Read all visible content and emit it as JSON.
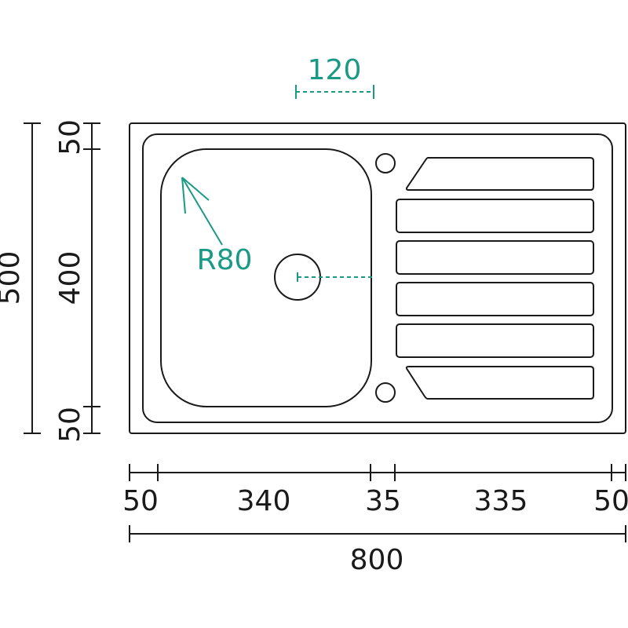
{
  "colors": {
    "line": "#1a1a1a",
    "accent": "#1a9a85",
    "background": "#ffffff"
  },
  "dimensions": {
    "total_height": "500",
    "top_margin": "50",
    "bowl_height": "400",
    "bottom_margin": "50",
    "bottom_segments": [
      "50",
      "340",
      "35",
      "335",
      "50"
    ],
    "total_width": "800",
    "drain_offset": "120",
    "corner_radius": "R80"
  }
}
